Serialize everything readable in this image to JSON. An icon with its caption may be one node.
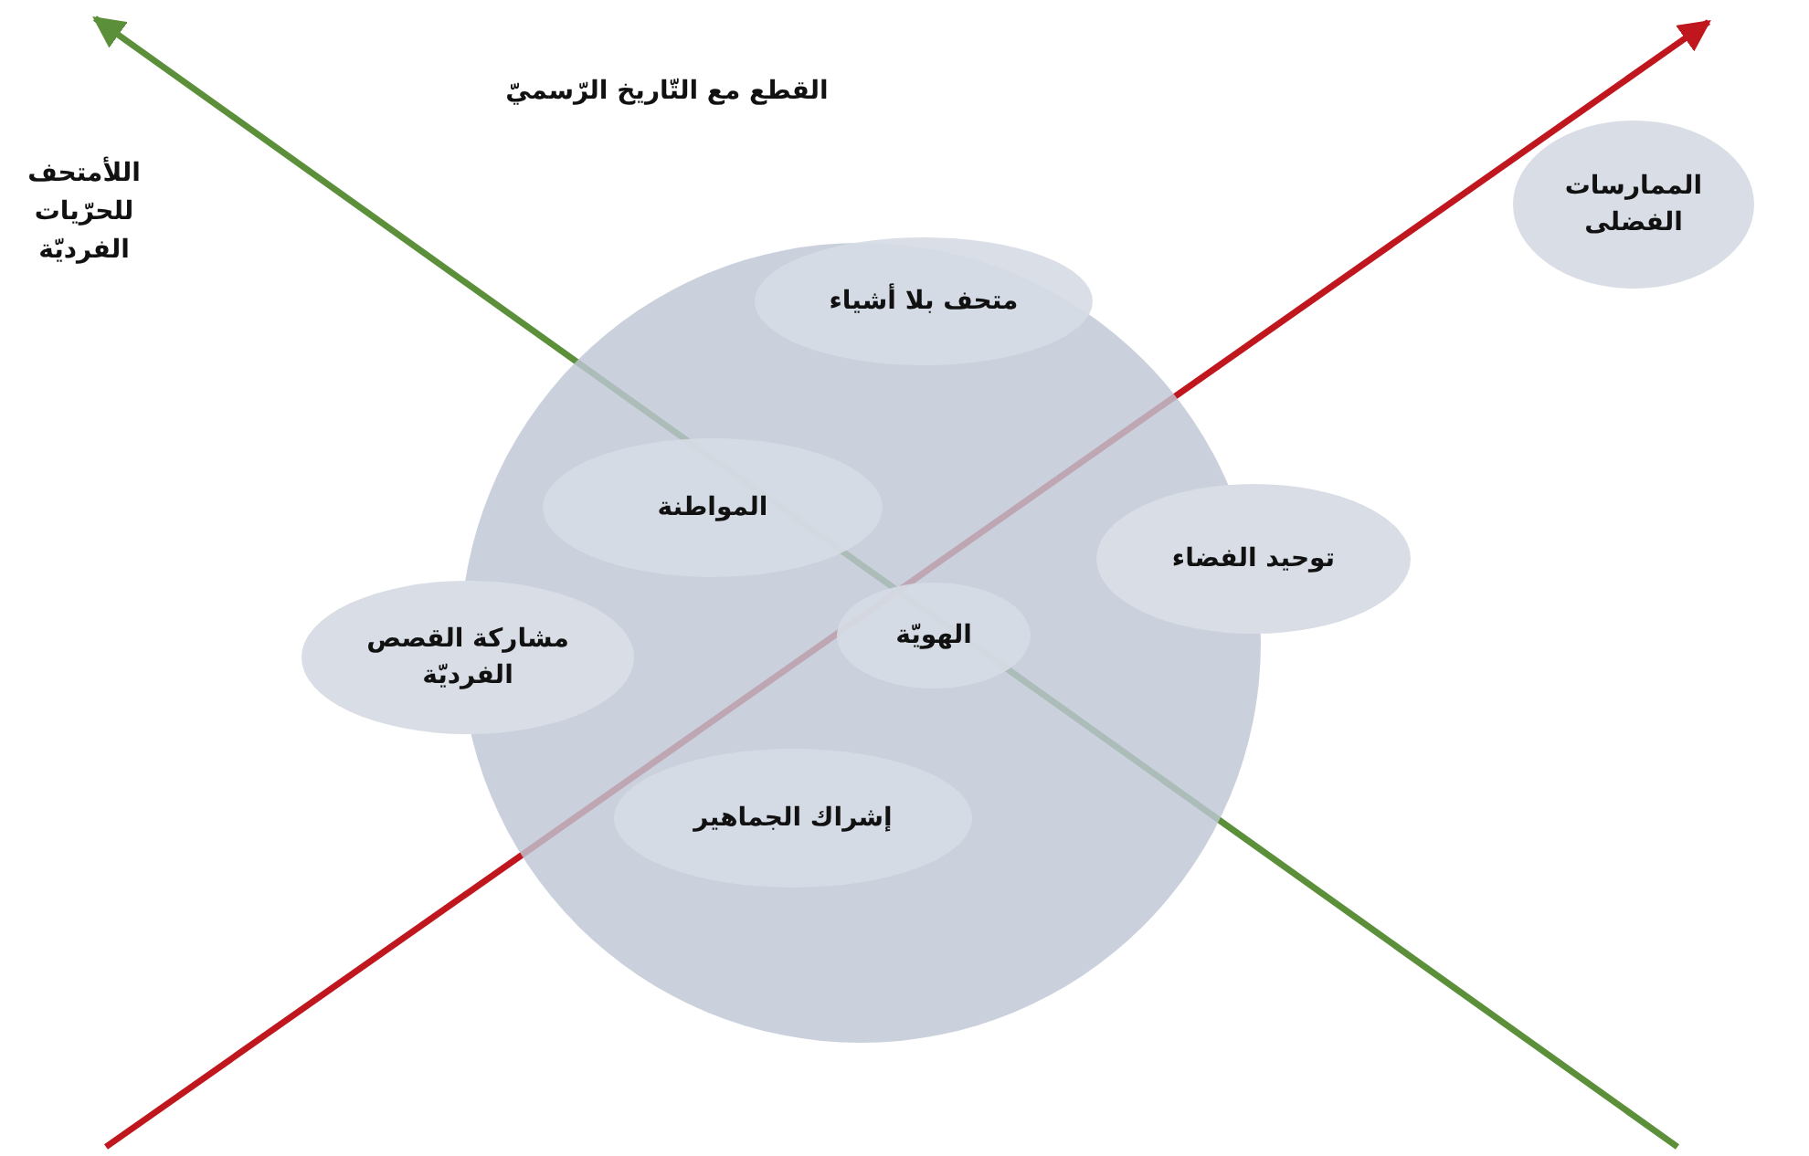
{
  "diagram": {
    "nodes": [
      {
        "text": [],
        "shape": "circle"
      },
      {
        "text": [
          "متحف بلا أشياء"
        ],
        "in": 0
      },
      {
        "text": [
          "المواطنة"
        ],
        "in": 0
      },
      {
        "text": [
          "توحيد الفضاء"
        ]
      },
      {
        "text": [
          "مشاركة القصص الفرديّة"
        ]
      },
      {
        "text": [
          "الهويّة"
        ],
        "in": 0
      },
      {
        "text": [
          "إشراك الجماهير"
        ],
        "in": 0
      },
      {
        "text": [
          "الممارسات الفضلى"
        ]
      }
    ],
    "edges": [],
    "labels": [
      "القطع مع التّاريخ الرّسميّ",
      "اللأمتحف للحرّيات الفرديّة"
    ]
  }
}
